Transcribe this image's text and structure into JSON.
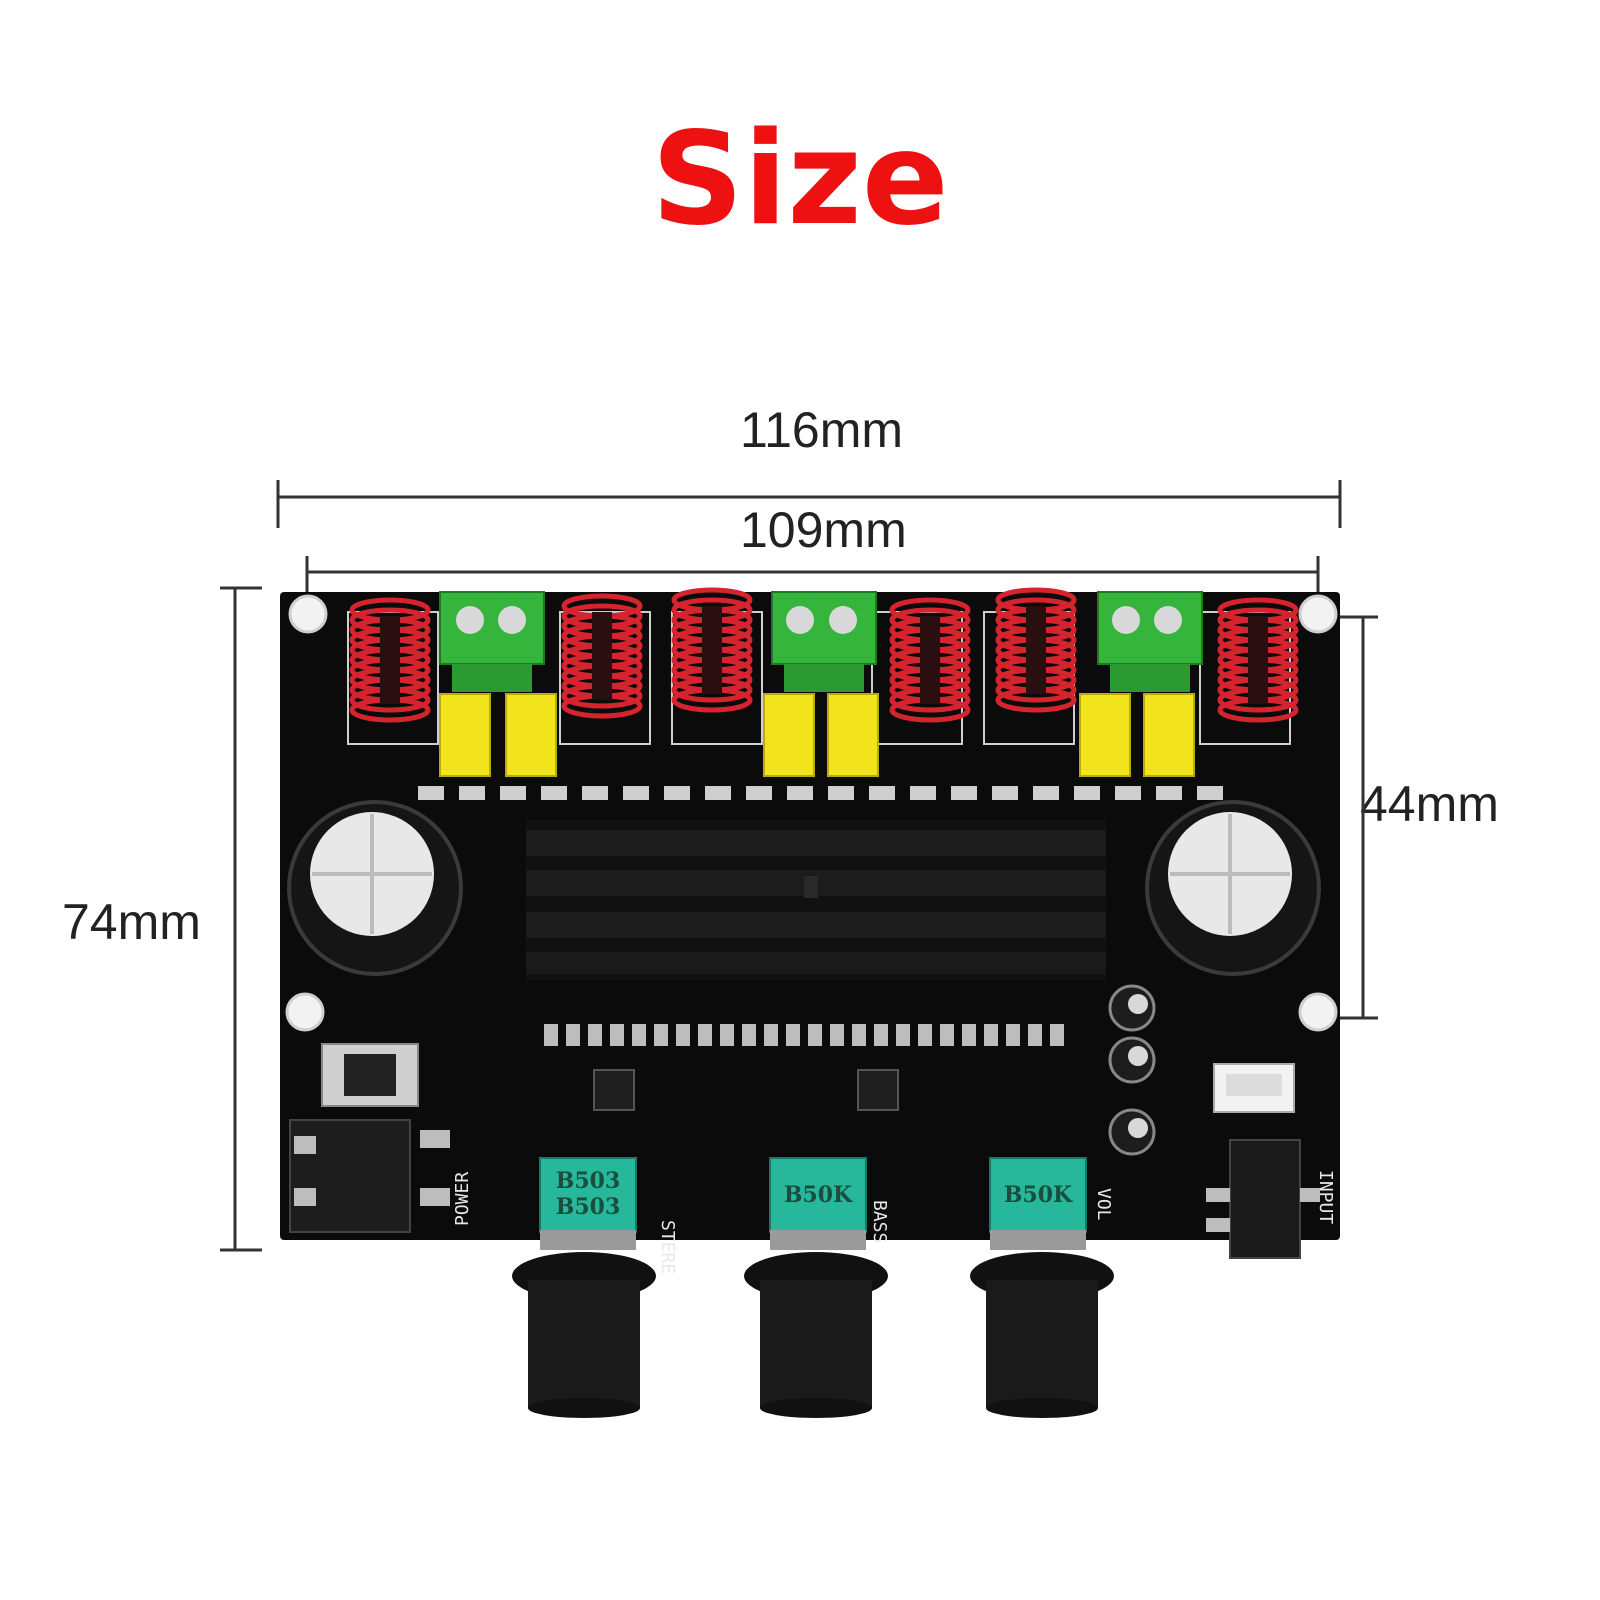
{
  "title": "Size",
  "title_color": "#ee1111",
  "dimensions": {
    "outer_width": "116mm",
    "hole_spacing_width": "109mm",
    "height": "74mm",
    "hole_spacing_height": "44mm"
  },
  "board_labels": {
    "power": "POWER",
    "stereo": "STERE",
    "bass": "BASS",
    "vol": "VOL",
    "input": "INPUT"
  },
  "potentiometers": [
    {
      "label": "B503",
      "label2": "B503"
    },
    {
      "label": "B50K"
    },
    {
      "label": "B50K"
    }
  ],
  "colors": {
    "pcb": "#0b0b0b",
    "inductor": "#d6242f",
    "terminal": "#35b53c",
    "capacitor": "#f2e41c",
    "pot_body": "#27b79a"
  }
}
